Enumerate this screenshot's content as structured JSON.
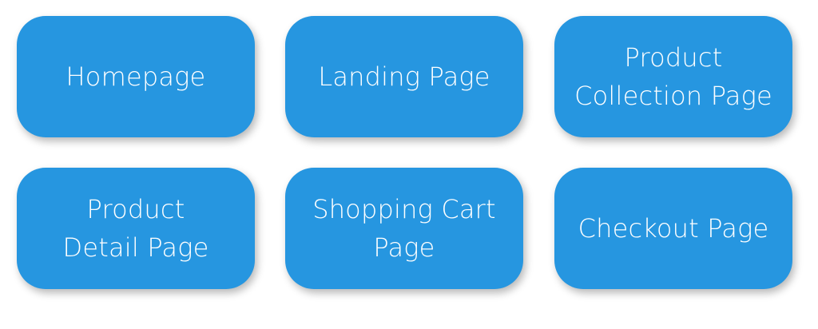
{
  "cards": [
    {
      "lines": [
        "Homepage"
      ]
    },
    {
      "lines": [
        "Landing Page"
      ]
    },
    {
      "lines": [
        "Product",
        "Collection Page"
      ]
    },
    {
      "lines": [
        "Product",
        "Detail Page"
      ]
    },
    {
      "lines": [
        "Shopping Cart",
        "Page"
      ]
    },
    {
      "lines": [
        "Checkout Page"
      ]
    }
  ],
  "colors": {
    "card_fill": "#2696e0",
    "card_text": "#ffffff",
    "background": "#ffffff"
  }
}
